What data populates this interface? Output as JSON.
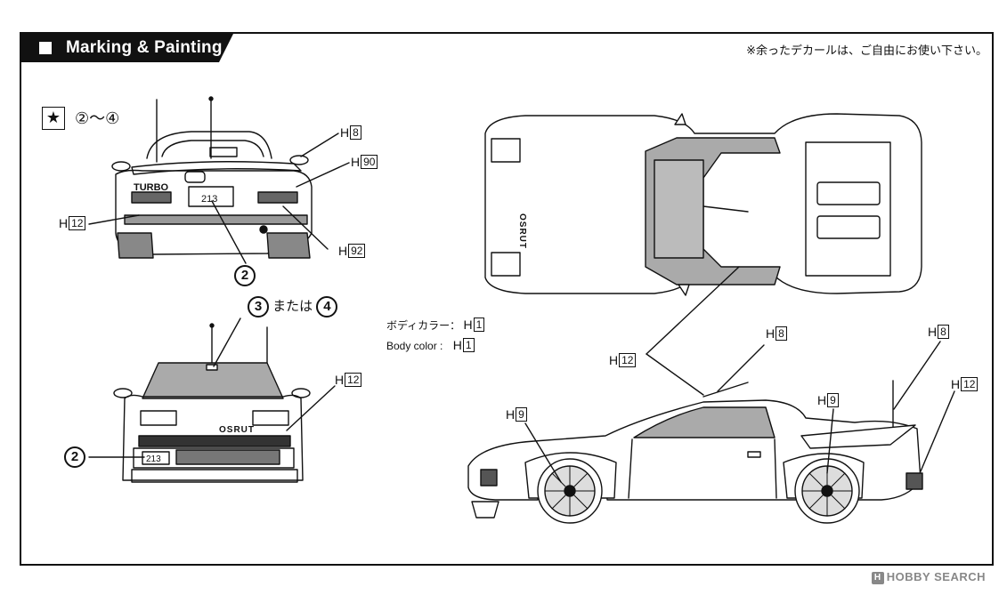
{
  "header": {
    "title": "Marking & Painting",
    "note": "※余ったデカールは、ご自由にお使い下さい。"
  },
  "legend": {
    "star_icon": "star-icon",
    "range": "②～④"
  },
  "body_color": {
    "jp_label": "ボディカラー：",
    "en_label": "Body color :",
    "code_prefix": "H",
    "code_num": "1"
  },
  "rear_view": {
    "callouts": [
      {
        "prefix": "H",
        "num": "8"
      },
      {
        "prefix": "H",
        "num": "90"
      },
      {
        "prefix": "H",
        "num": "12"
      },
      {
        "prefix": "H",
        "num": "92"
      }
    ],
    "decal": "2",
    "badge_text": "TURBO",
    "plate_text": "213"
  },
  "front_view": {
    "top_label_a": "3",
    "top_label_mid": "または",
    "top_label_b": "4",
    "callouts": [
      {
        "prefix": "H",
        "num": "12"
      }
    ],
    "decal": "2",
    "badge_text": "OSRUT",
    "plate_text": "213"
  },
  "top_view": {
    "badge_text": "OSRUT",
    "callouts": [
      {
        "prefix": "H",
        "num": "12"
      }
    ]
  },
  "side_view": {
    "callouts": [
      {
        "prefix": "H",
        "num": "8"
      },
      {
        "prefix": "H",
        "num": "8"
      },
      {
        "prefix": "H",
        "num": "12"
      },
      {
        "prefix": "H",
        "num": "9"
      },
      {
        "prefix": "H",
        "num": "9"
      }
    ]
  },
  "footer": {
    "brand": "HOBBY SEARCH",
    "brand_icon": "h-logo-icon"
  }
}
